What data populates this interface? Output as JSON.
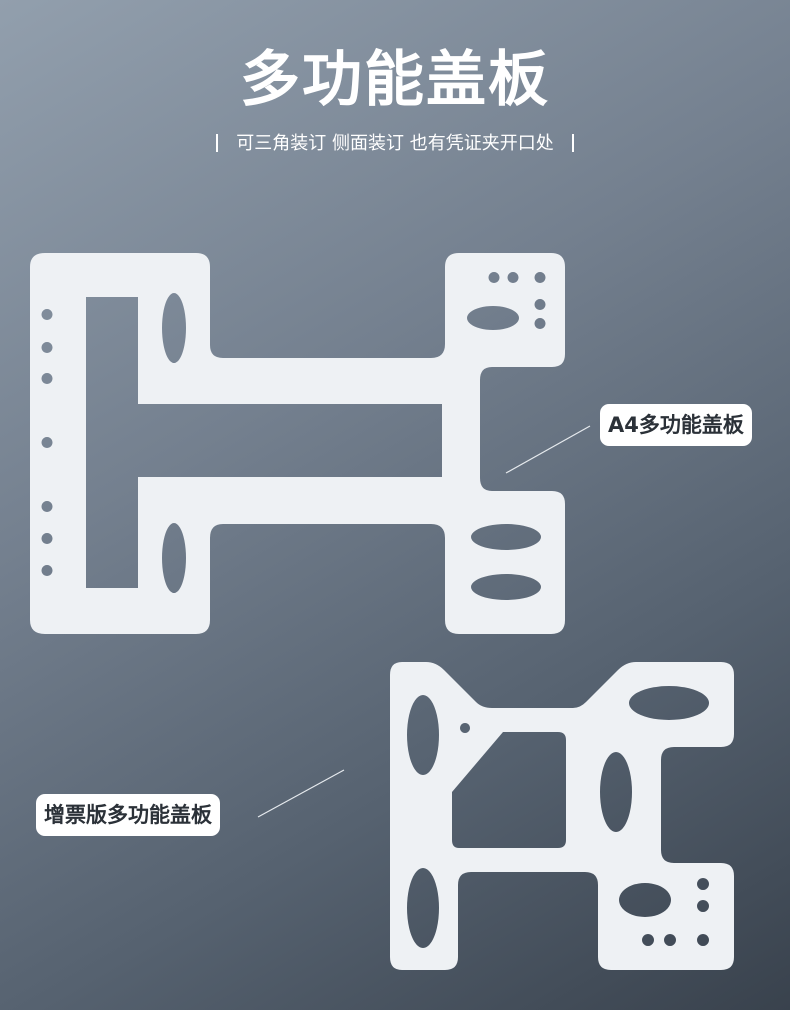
{
  "header": {
    "title": "多功能盖板",
    "subtitle": "可三角装订 侧面装订  也有凭证夹开口处"
  },
  "products": [
    {
      "label": "A4多功能盖板"
    },
    {
      "label": "增票版多功能盖板"
    }
  ],
  "colors": {
    "plate": "#eef1f4",
    "text_dark": "#2b3138",
    "background_top": "#929fad",
    "background_bottom": "#39424d"
  }
}
